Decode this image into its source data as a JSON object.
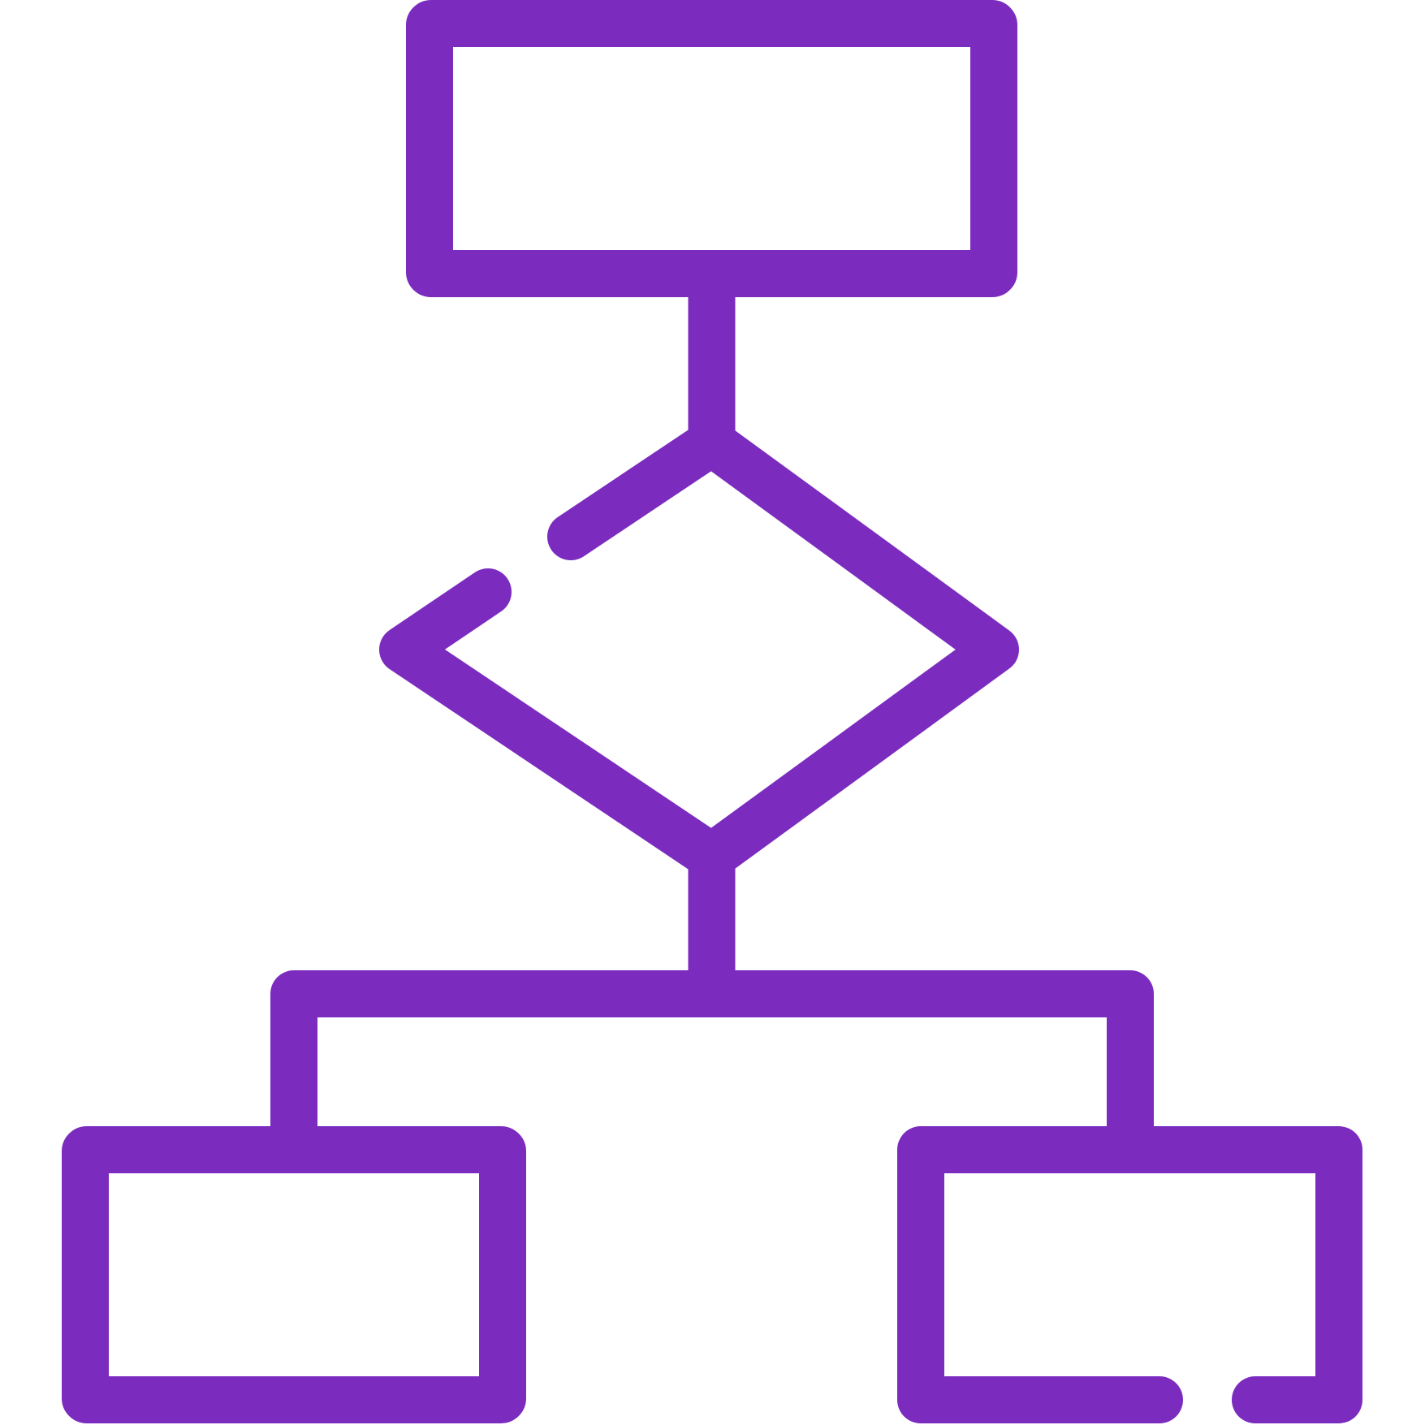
{
  "icon": {
    "name": "flowchart-icon",
    "color": "#7B2CBF",
    "background": "#FFFFFF",
    "parts": [
      "top-process-box",
      "top-connector-line",
      "decision-diamond",
      "bottom-connector-line",
      "branch-bracket",
      "left-process-box",
      "right-process-box"
    ]
  }
}
